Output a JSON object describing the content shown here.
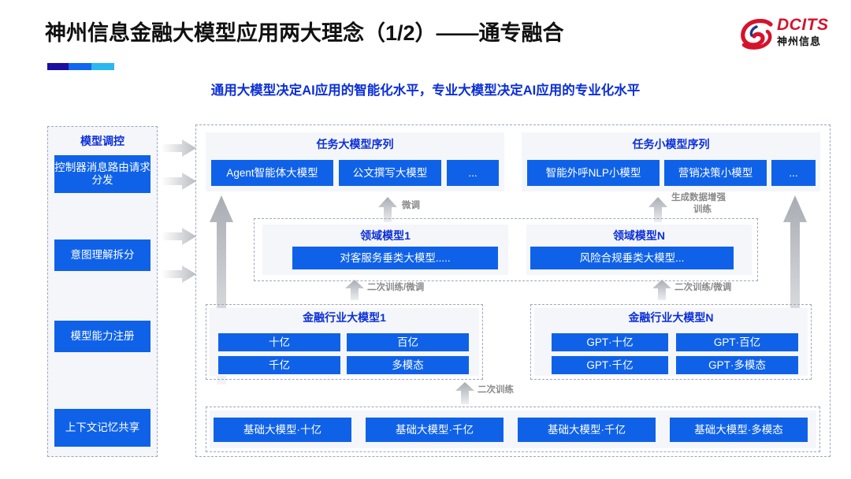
{
  "header": {
    "title": "神州信息金融大模型应用两大理念（1/2）——通专融合",
    "subtitle": "通用大模型决定AI应用的智能化水平，专业大模型决定AI应用的专业化水平",
    "accent_colors": [
      "#1a0f9e",
      "#1166ef",
      "#2bb7ef"
    ],
    "logo": {
      "mark": "dcits-swirl-icon",
      "english": "DCITS",
      "chinese": "神州信息",
      "mark_color": "#d6122c"
    }
  },
  "theme": {
    "chip_blue": "#0f62e8",
    "heading_blue": "#0b2fd8",
    "panel_bg": "#f4f6fa",
    "dashed_border": "#9aa6c4",
    "arrow_gray": "#b9bcc2",
    "label_gray": "#8a8a8a"
  },
  "left_column": {
    "title": "模型调控",
    "items": [
      {
        "label": "控制器消息路由请求分发"
      },
      {
        "label": "意图理解拆分"
      },
      {
        "label": "模型能力注册"
      },
      {
        "label": "上下文记忆共享"
      }
    ]
  },
  "task_large": {
    "title": "任务大模型序列",
    "chips": [
      "Agent智能体大模型",
      "公文撰写大模型",
      "..."
    ]
  },
  "task_small": {
    "title": "任务小模型序列",
    "chips": [
      "智能外呼NLP小模型",
      "营销决策小模型",
      "..."
    ]
  },
  "domain_models": [
    {
      "title": "领域模型1",
      "chip": "对客服务垂类大模型....."
    },
    {
      "title": "领域模型N",
      "chip": "风险合规垂类大模型..."
    }
  ],
  "industry_models": [
    {
      "title": "金融行业大模型1",
      "chips": [
        "十亿",
        "百亿",
        "千亿",
        "多模态"
      ]
    },
    {
      "title": "金融行业大模型N",
      "chips": [
        "GPT·十亿",
        "GPT·百亿",
        "GPT·千亿",
        "GPT·多模态"
      ]
    }
  ],
  "base_models": {
    "chips": [
      "基础大模型·十亿",
      "基础大模型·千亿",
      "基础大模型·千亿",
      "基础大模型·多模态"
    ]
  },
  "flow_labels": {
    "fine_tune": "微调",
    "data_aug_line1": "生成数据增强",
    "data_aug_line2": "训练",
    "retrain_tune_left": "二次训练/微调",
    "retrain_tune_right": "二次训练/微调",
    "retrain": "二次训练"
  }
}
